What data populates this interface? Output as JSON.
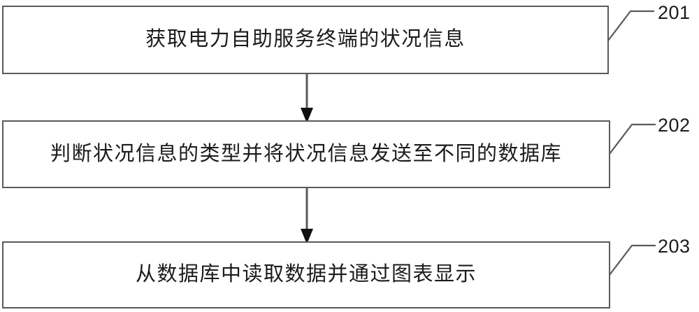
{
  "figure": {
    "type": "patent-flowchart",
    "orientation": "vertical",
    "background_color": "#ffffff",
    "line_color": "#5a5a5a",
    "text_color": "#1b1b1b"
  },
  "steps": [
    {
      "ref": "201",
      "text": "获取电力自助服务终端的状况信息",
      "box_name": "process-box-201"
    },
    {
      "ref": "202",
      "text": "判断状况信息的类型并将状况信息发送至不同的数据库",
      "box_name": "process-box-202"
    },
    {
      "ref": "203",
      "text": "从数据库中读取数据并通过图表显示",
      "box_name": "process-box-203"
    }
  ],
  "connectors": [
    {
      "from": "201",
      "to": "202",
      "style": "solid-line-with-filled-arrowhead"
    },
    {
      "from": "202",
      "to": "203",
      "style": "solid-line-with-filled-arrowhead"
    }
  ]
}
